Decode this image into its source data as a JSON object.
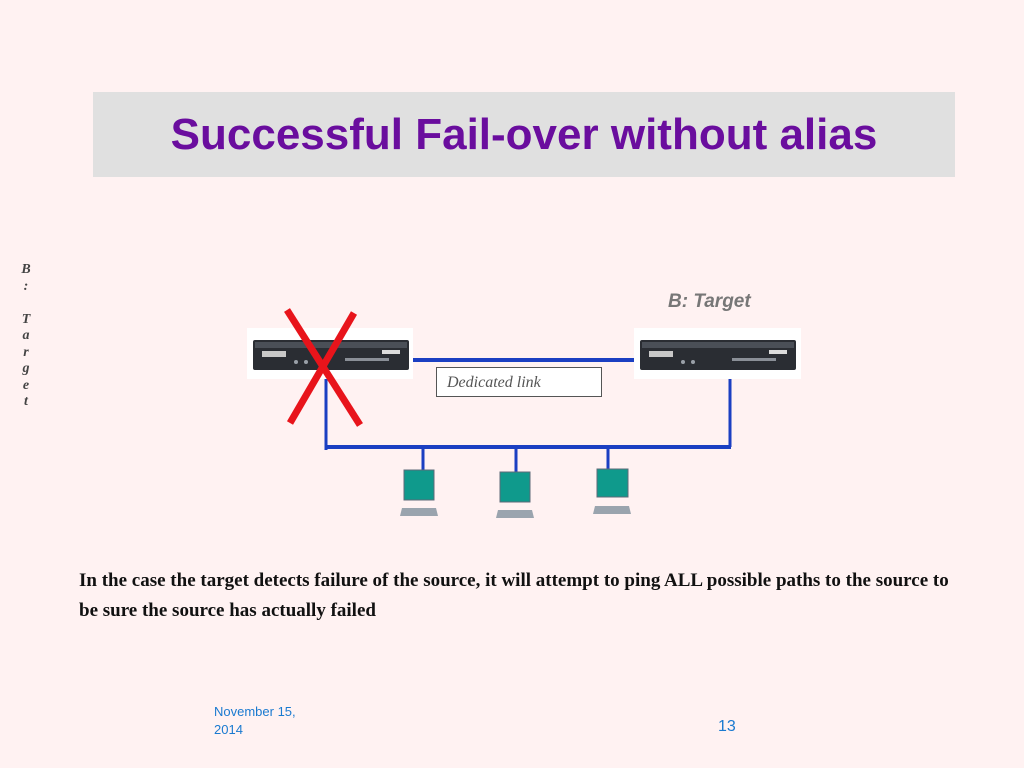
{
  "slide": {
    "title": "Successful Fail-over without alias",
    "side_label_chars": [
      "B",
      ":",
      " ",
      "T",
      "a",
      "r",
      "g",
      "e",
      "t"
    ],
    "target_label": "B: Target",
    "link_label": "Dedicated link",
    "description": "In the case the target detects failure of the source,  it will attempt to ping ALL possible paths to the source to be sure the source has actually failed",
    "footer_date": "November 15, 2014",
    "page_number": "13"
  },
  "colors": {
    "title": "#6a0d9e",
    "network_line": "#1b3fc2",
    "failure_x": "#e8141b",
    "computer_screen": "#0f9a8c"
  }
}
